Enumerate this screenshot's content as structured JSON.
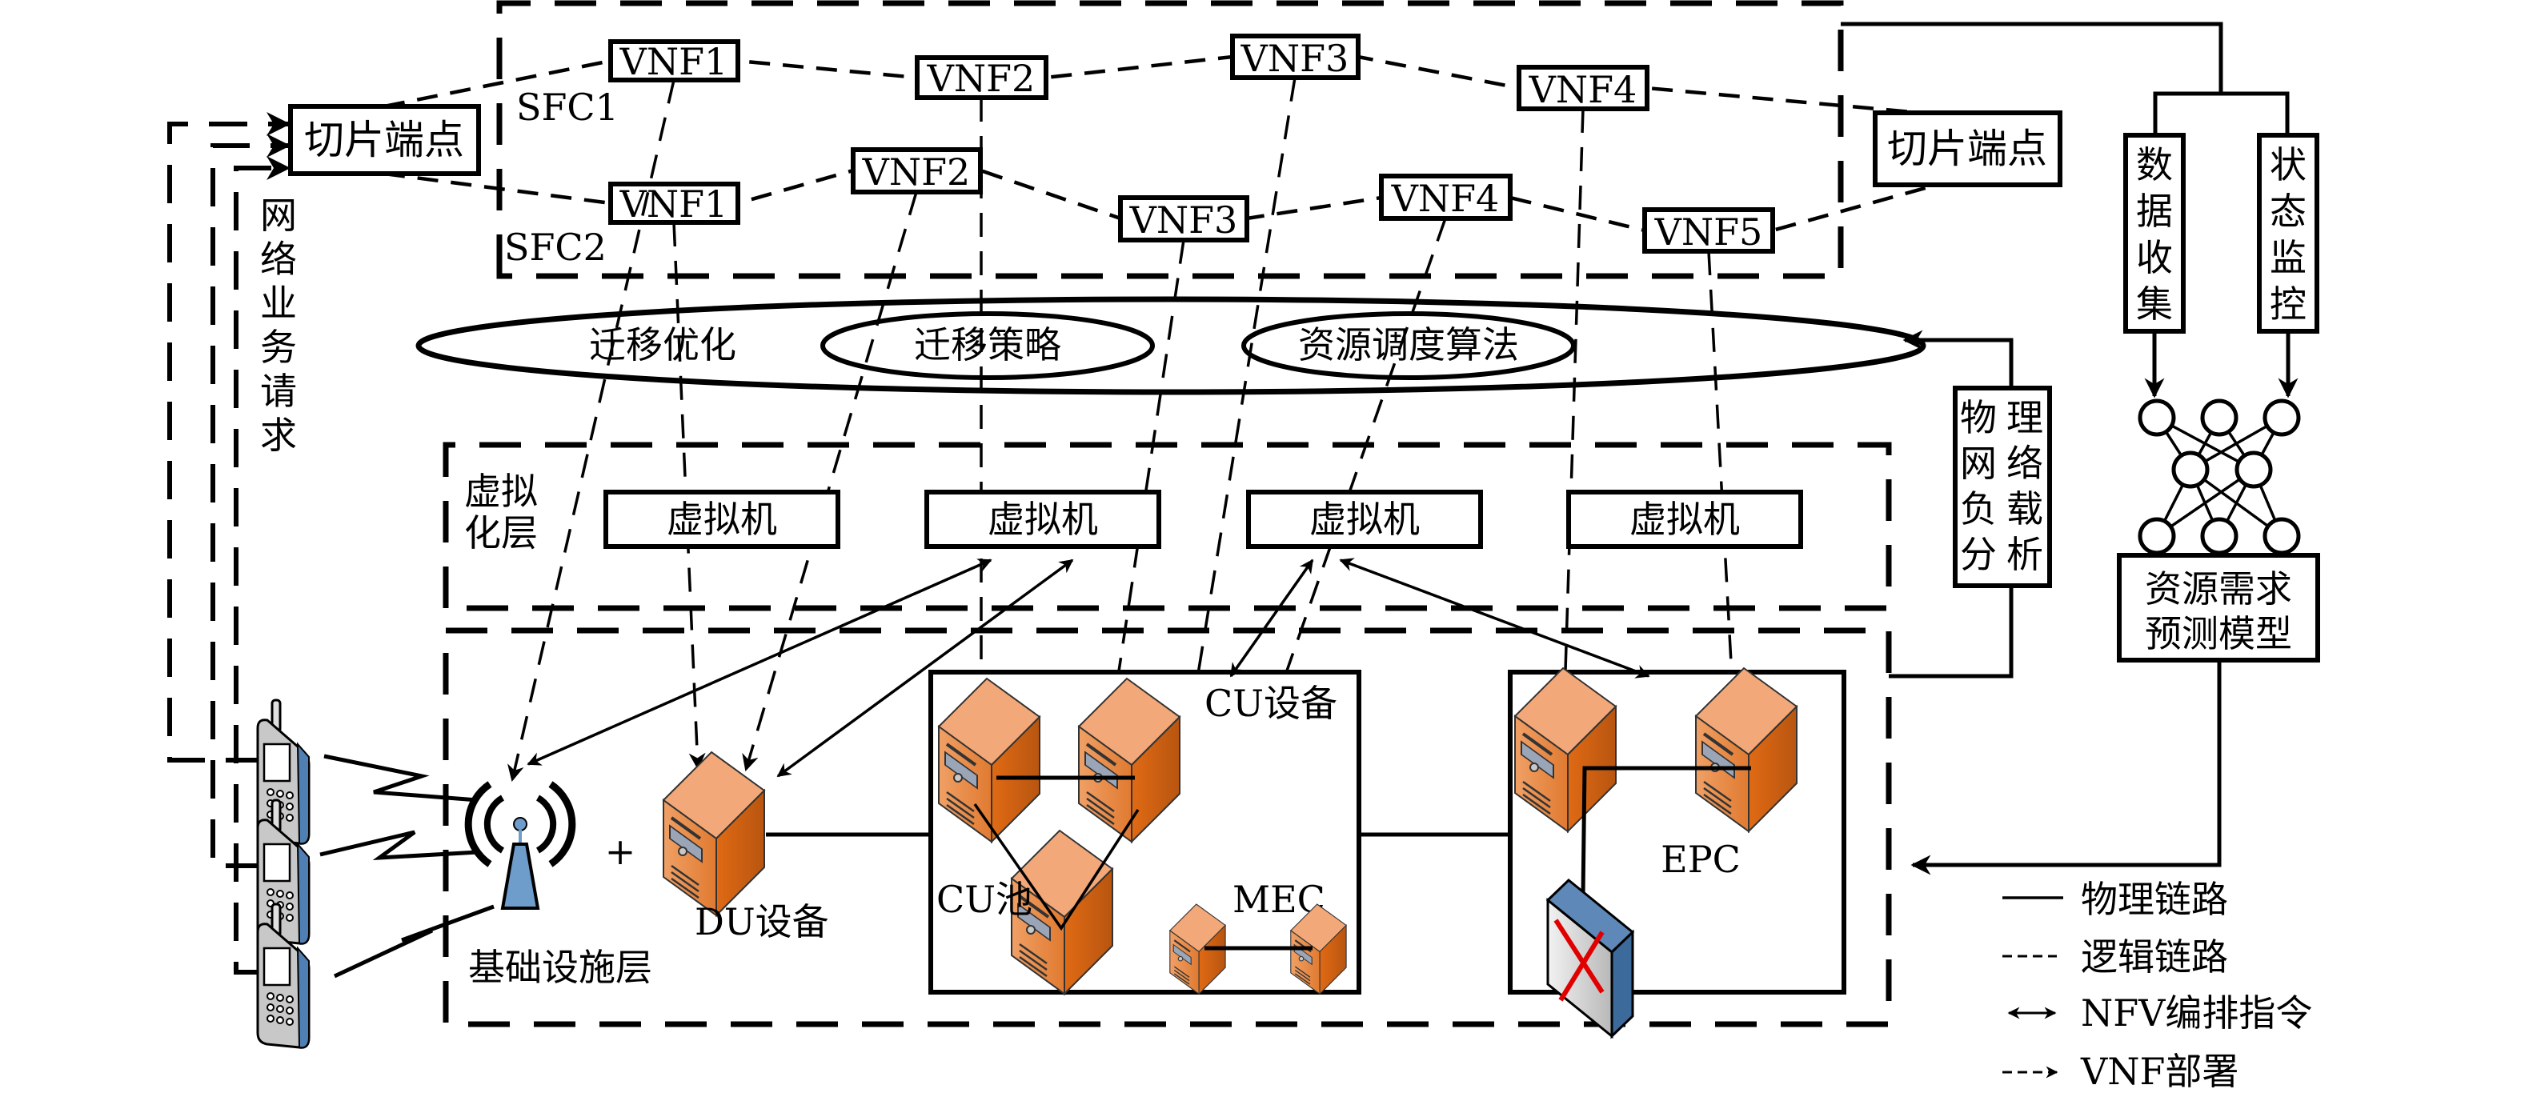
{
  "title": "网络切片资源调度与迁移架构",
  "colors": {
    "server_front": "#E8883F",
    "server_side": "#C95F12",
    "server_top": "#F2A878",
    "antenna": "#6E9CCB",
    "phone_body": "#C8C8C8",
    "phone_side": "#4F7FB3",
    "switch_body": "#5E88B8",
    "switch_arrows": "#E00000"
  },
  "sfc": {
    "left_endpoint": "切片端点",
    "right_endpoint": "切片端点",
    "sfc1_label": "SFC1",
    "sfc2_label": "SFC2",
    "sfc1_nodes": [
      "VNF1",
      "VNF2",
      "VNF3",
      "VNF4"
    ],
    "sfc2_nodes": [
      "VNF1",
      "VNF2",
      "VNF3",
      "VNF4",
      "VNF5"
    ]
  },
  "request_label": [
    "网",
    "络",
    "业",
    "务",
    "请",
    "求"
  ],
  "orchestration": {
    "migration_optimization": "迁移优化",
    "migration_strategy": "迁移策略",
    "scheduling_algorithm": "资源调度算法"
  },
  "right_panel": {
    "data_collection": [
      "数",
      "据",
      "收",
      "集"
    ],
    "status_monitoring": [
      "状",
      "态",
      "监",
      "控"
    ],
    "load_analysis": [
      "物",
      "理",
      "网",
      "络",
      "负",
      "载",
      "分",
      "析"
    ],
    "prediction_model_line1": "资源需求",
    "prediction_model_line2": "预测模型"
  },
  "virtualization_layer": {
    "label_line1": "虚拟",
    "label_line2": "化层",
    "vms": [
      "虚拟机",
      "虚拟机",
      "虚拟机",
      "虚拟机"
    ]
  },
  "infrastructure_layer": {
    "label": "基础设施层",
    "plus": "+",
    "du_label": "DU设备",
    "cu_device_label": "CU设备",
    "cu_pool_label": "CU池",
    "mec_label": "MEC",
    "epc_label": "EPC"
  },
  "legend": [
    {
      "style": "solid",
      "label": "物理链路"
    },
    {
      "style": "dashed",
      "label": "逻辑链路"
    },
    {
      "style": "double-arrow",
      "label": "NFV编排指令"
    },
    {
      "style": "dashed-arrow",
      "label": "VNF部署"
    }
  ]
}
